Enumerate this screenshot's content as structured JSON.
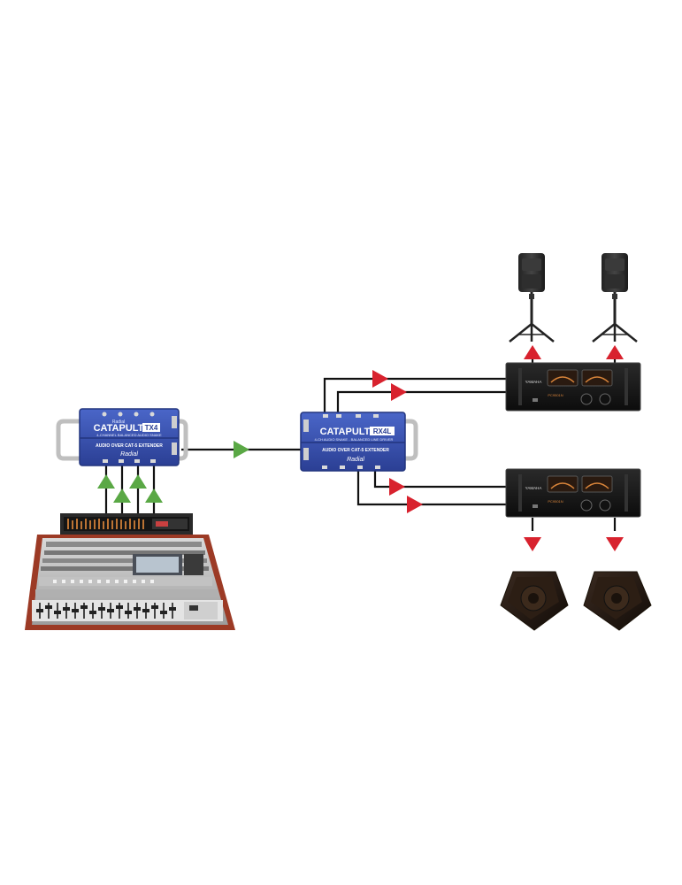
{
  "devices": {
    "tx": {
      "brand_small": "Radial",
      "brand": "CATAPULT",
      "model": "TX4",
      "subtitle": "4-CHANNEL BALANCED AUDIO SNAKE",
      "footer": "AUDIO OVER CAT-5 EXTENDER",
      "logo": "Radial"
    },
    "rx": {
      "brand": "CATAPULT",
      "model": "RX4L",
      "subtitle": "4-CH AUDIO SNAKE - BALANCED LINE DRIVER",
      "footer": "AUDIO OVER CAT-5 EXTENDER",
      "logo": "Radial"
    },
    "amp_top": {
      "brand": "YAMAHA",
      "model": "PC9501N"
    },
    "amp_bottom": {
      "brand": "YAMAHA",
      "model": "PC9501N"
    }
  },
  "colors": {
    "box_blue": "#3650b0",
    "box_blue_dark": "#22357e",
    "arrow_green": "#5aa845",
    "arrow_red": "#d8222e",
    "wire": "#111111",
    "amp_body": "#1c1c1c",
    "meter_glow": "#d8843a",
    "console_frame": "#9c3a25"
  }
}
